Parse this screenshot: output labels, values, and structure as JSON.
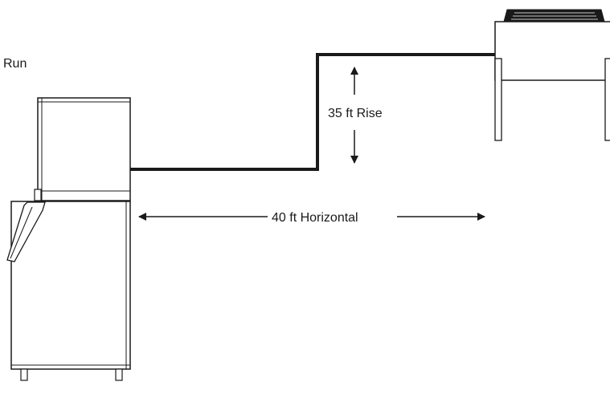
{
  "labels": {
    "run": "Run",
    "rise": "35 ft Rise",
    "horizontal": "40 ft Horizontal"
  },
  "colors": {
    "line": "#1a1a1a",
    "background": "#ffffff"
  }
}
